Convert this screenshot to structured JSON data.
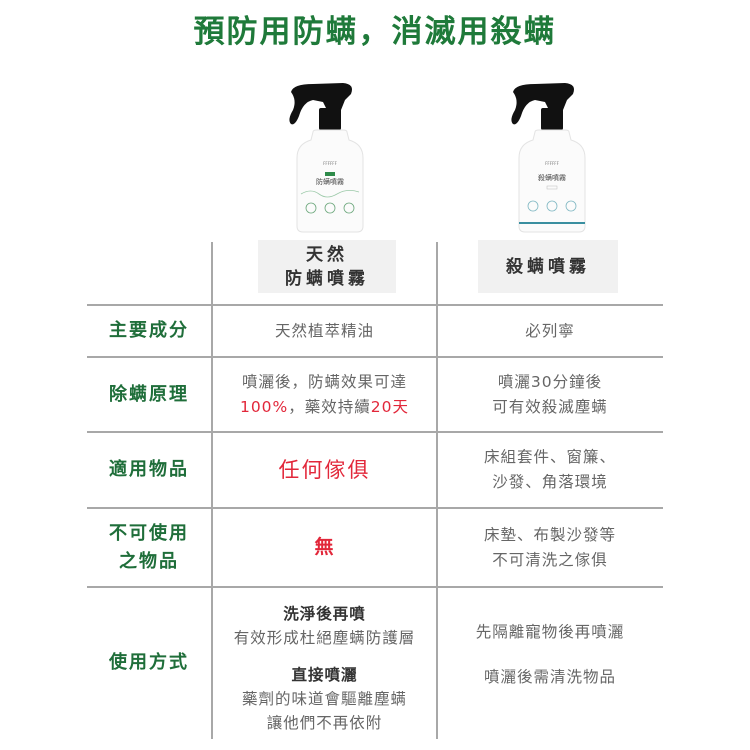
{
  "title": "預防用防螨，消滅用殺螨",
  "products": [
    {
      "name_line1": "天然",
      "name_line2": "防螨噴霧",
      "bottle_label": "防螨噴霧",
      "accent": "#2e8b4a"
    },
    {
      "name_line1": "殺螨噴霧",
      "bottle_label": "殺螨噴霧",
      "accent": "#3a8fa0"
    }
  ],
  "rows": [
    {
      "label": "主要成分",
      "col1": {
        "text": "天然植萃精油"
      },
      "col2": {
        "text": "必列寧"
      }
    },
    {
      "label": "除螨原理",
      "col1": {
        "line1": "噴灑後，防螨效果可達",
        "line2_red_a": "100%",
        "line2_mid": "，藥效持續",
        "line2_red_b": "20天"
      },
      "col2": {
        "line1": "噴灑30分鐘後",
        "line2": "可有效殺滅塵螨"
      }
    },
    {
      "label": "適用物品",
      "col1": {
        "text": "任何傢俱"
      },
      "col2": {
        "line1": "床組套件、窗簾、",
        "line2": "沙發、角落環境"
      }
    },
    {
      "label_line1": "不可使用",
      "label_line2": "之物品",
      "col1": {
        "text": "無"
      },
      "col2": {
        "line1": "床墊、布製沙發等",
        "line2": "不可清洗之傢俱"
      }
    },
    {
      "label": "使用方式",
      "col1": {
        "heading1": "洗淨後再噴",
        "desc1": "有效形成杜絕塵螨防護層",
        "heading2": "直接噴灑",
        "desc2_line1": "藥劑的味道會驅離塵螨",
        "desc2_line2": "讓他們不再依附"
      },
      "col2": {
        "line1": "先隔離寵物後再噴灑",
        "line2": "噴灑後需清洗物品"
      }
    }
  ],
  "colors": {
    "title_green": "#1f7a3a",
    "label_green": "#1f6e3a",
    "highlight_red": "#e2273a",
    "grid_gray": "#a8a8a8",
    "label_bg": "#f1f1f1"
  }
}
